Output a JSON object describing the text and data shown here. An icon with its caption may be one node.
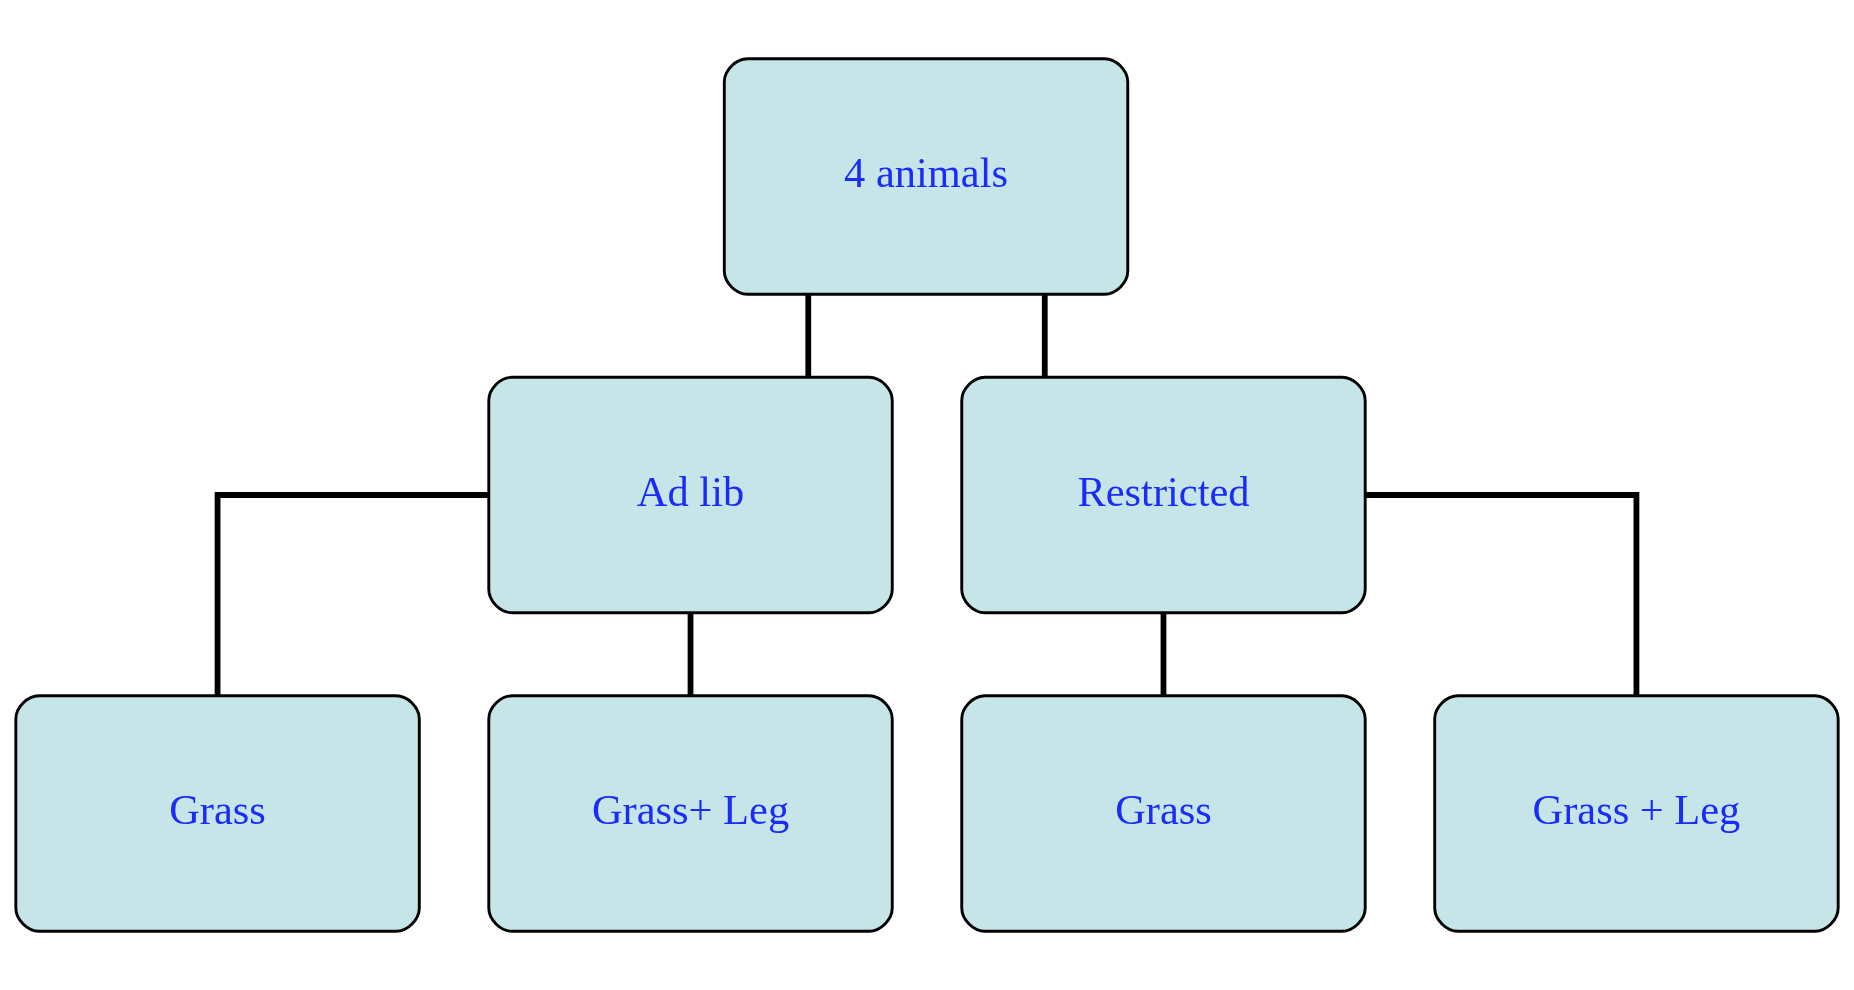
{
  "diagram": {
    "nodes": [
      {
        "text": [
          "4 animals"
        ]
      },
      {
        "text": [
          "Ad lib"
        ]
      },
      {
        "text": [
          "Restricted"
        ]
      },
      {
        "text": [
          "Grass"
        ]
      },
      {
        "text": [
          "Grass+ Leg"
        ]
      },
      {
        "text": [
          "Grass"
        ]
      },
      {
        "text": [
          "Grass + Leg"
        ]
      }
    ],
    "edges": [
      {
        "from": 0,
        "to": 1,
        "arrow": "none"
      },
      {
        "from": 0,
        "to": 2,
        "arrow": "none"
      },
      {
        "from": 1,
        "to": 3,
        "arrow": "none"
      },
      {
        "from": 1,
        "to": 4,
        "arrow": "none"
      },
      {
        "from": 2,
        "to": 5,
        "arrow": "none"
      },
      {
        "from": 2,
        "to": 6,
        "arrow": "none"
      }
    ]
  }
}
